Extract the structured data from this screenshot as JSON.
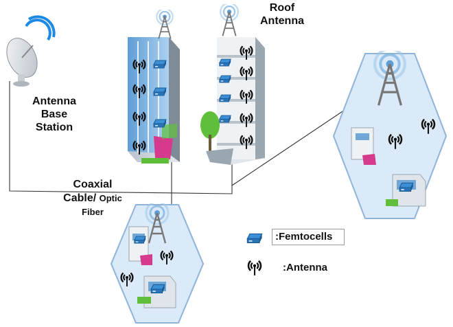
{
  "labels": {
    "antenna_base_station": [
      "Antenna",
      "Base",
      "Station"
    ],
    "roof_antenna": [
      "Roof",
      "Antenna"
    ],
    "coaxial_line1": "Coaxial",
    "coaxial_line2_main": "Cable/",
    "coaxial_line2_small": "Optic",
    "coaxial_line3": "Fiber"
  },
  "legend": {
    "femtocell_label": ":Femtocells",
    "antenna_label": ":Antenna"
  },
  "icons": {
    "dish": "satellite-dish-icon",
    "tower": "antenna-tower-icon",
    "femtocell": "femtocell-icon",
    "antenna": "antenna-icon"
  },
  "colors": {
    "hexagon_fill": "#dbeaf8",
    "hexagon_stroke": "#8fb4d8",
    "building_glass": "#6fa8d6",
    "dish_blue": "#1e88e5",
    "accent_magenta": "#d63a8c",
    "accent_green": "#5fbf3a"
  }
}
